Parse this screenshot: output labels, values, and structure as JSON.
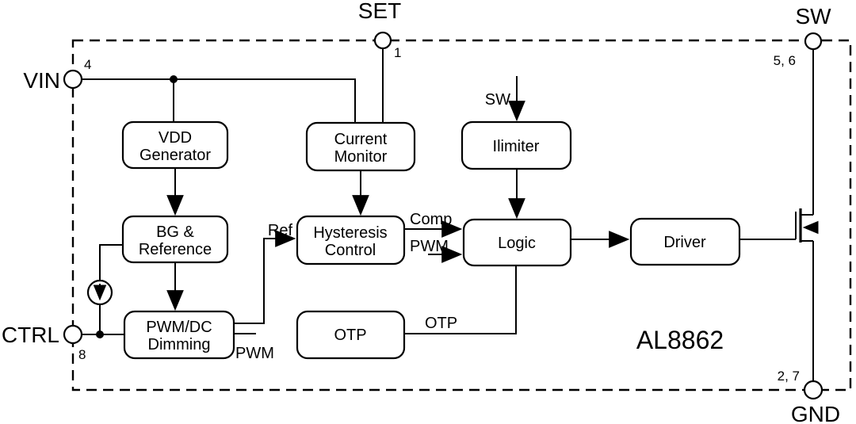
{
  "chip": {
    "name": "AL8862"
  },
  "colors": {
    "line": "#000000",
    "background": "#ffffff"
  },
  "pins": {
    "set": {
      "label": "SET",
      "number": "1"
    },
    "sw": {
      "label": "SW",
      "number": "5, 6"
    },
    "vin": {
      "label": "VIN",
      "number": "4"
    },
    "ctrl": {
      "label": "CTRL",
      "number": "8"
    },
    "gnd": {
      "label": "GND",
      "number": "2, 7"
    }
  },
  "blocks": {
    "vdd_generator": {
      "lines": [
        "VDD",
        "Generator"
      ]
    },
    "current_monitor": {
      "lines": [
        "Current",
        "Monitor"
      ]
    },
    "ilimiter": {
      "lines": [
        "Ilimiter"
      ]
    },
    "bg_reference": {
      "lines": [
        "BG &",
        "Reference"
      ]
    },
    "hysteresis": {
      "lines": [
        "Hysteresis",
        "Control"
      ]
    },
    "logic": {
      "lines": [
        "Logic"
      ]
    },
    "driver": {
      "lines": [
        "Driver"
      ]
    },
    "pwm_dc_dimming": {
      "lines": [
        "PWM/DC",
        "Dimming"
      ]
    },
    "otp": {
      "lines": [
        "OTP"
      ]
    }
  },
  "signals": {
    "sw_to_ilimiter": "SW",
    "ref": "Ref",
    "comp": "Comp",
    "pwm_to_logic": "PWM",
    "pwm_from_dimming": "PWM",
    "otp_out": "OTP"
  }
}
